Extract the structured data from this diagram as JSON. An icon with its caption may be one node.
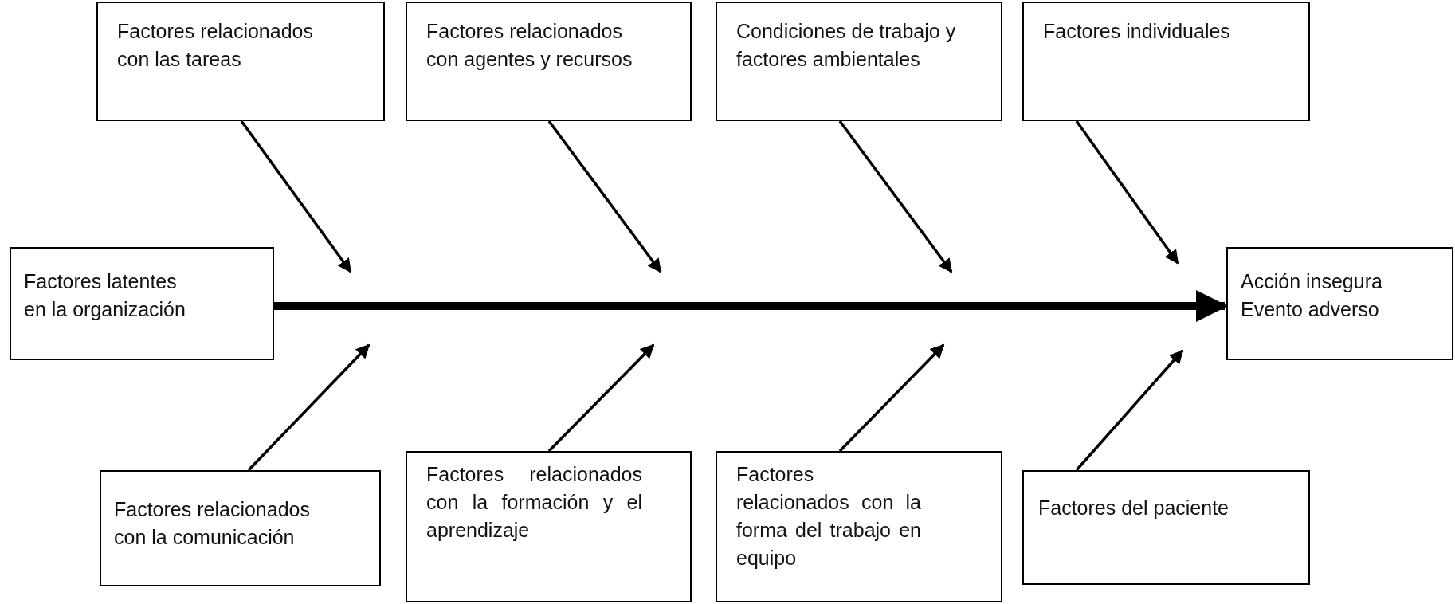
{
  "diagram": {
    "nodes": [
      {
        "text": [
          "Factores relacionados con las tareas"
        ]
      },
      {
        "text": [
          "Factores relacionados con agentes y recursos"
        ]
      },
      {
        "text": [
          "Condiciones de trabajo y factores ambientales"
        ]
      },
      {
        "text": [
          "Factores individuales"
        ]
      },
      {
        "text": [
          "Factores latentes en la organización"
        ]
      },
      {
        "text": [
          "Acción insegura Evento adverso"
        ]
      },
      {
        "text": [
          "Factores relacionados con la comunicación"
        ]
      },
      {
        "text": [
          "Factores relacionados con la formación y el aprendizaje"
        ]
      },
      {
        "text": [
          "Factores relacionados con la forma del trabajo en equipo"
        ]
      },
      {
        "text": [
          "Factores del paciente"
        ]
      }
    ],
    "edges": [
      {
        "from": 4,
        "to": 5,
        "arrow": "to",
        "style": "thick"
      },
      {
        "from": 0,
        "to": null,
        "arrow": "to"
      },
      {
        "from": 1,
        "to": null,
        "arrow": "to"
      },
      {
        "from": 2,
        "to": null,
        "arrow": "to"
      },
      {
        "from": 3,
        "to": null,
        "arrow": "to"
      },
      {
        "from": 6,
        "to": null,
        "arrow": "to"
      },
      {
        "from": 7,
        "to": null,
        "arrow": "to"
      },
      {
        "from": 8,
        "to": null,
        "arrow": "to"
      },
      {
        "from": 9,
        "to": null,
        "arrow": "to"
      }
    ]
  }
}
